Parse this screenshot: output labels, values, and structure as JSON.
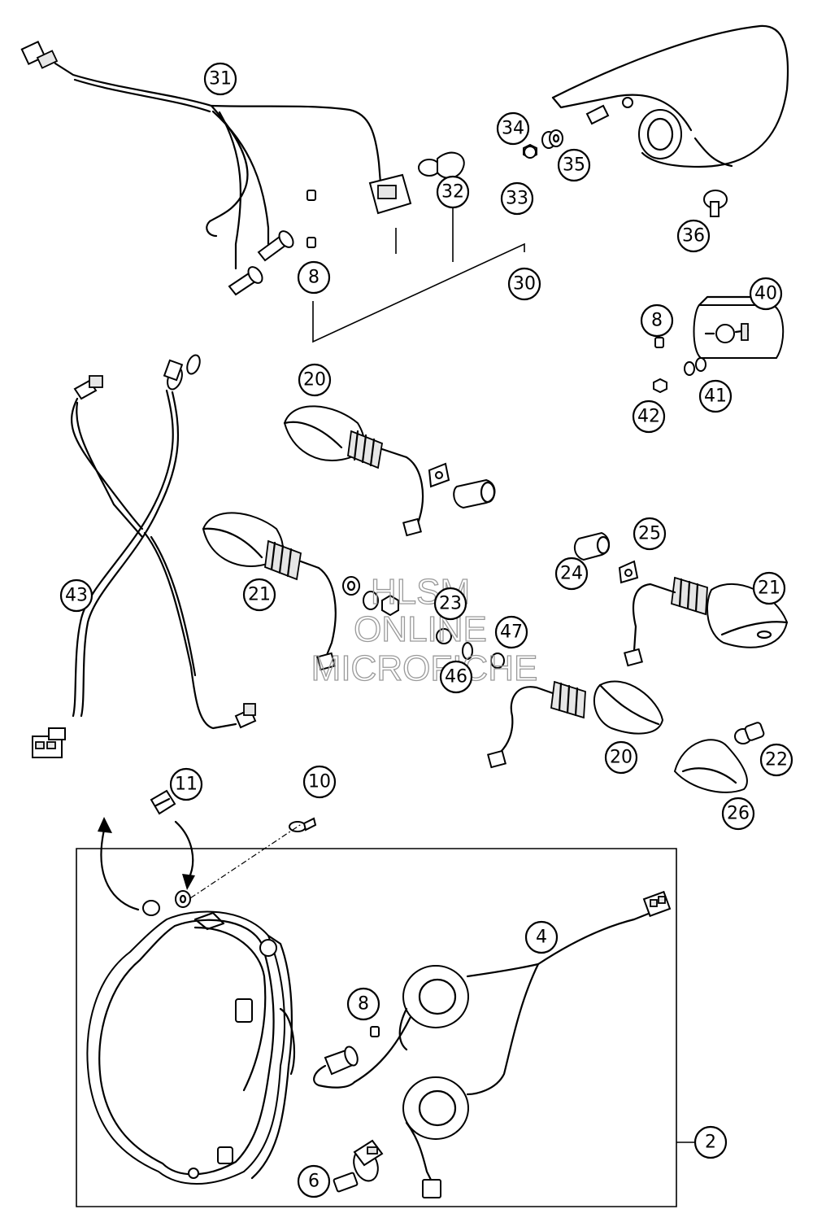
{
  "watermark": {
    "line1": "HLSM",
    "line2": "ONLINE",
    "line3": "MICROFICHE"
  },
  "callouts": [
    {
      "id": "c31",
      "label": "31"
    },
    {
      "id": "c34",
      "label": "34"
    },
    {
      "id": "c35",
      "label": "35"
    },
    {
      "id": "c32",
      "label": "32"
    },
    {
      "id": "c33",
      "label": "33"
    },
    {
      "id": "c36",
      "label": "36"
    },
    {
      "id": "c8a",
      "label": "8"
    },
    {
      "id": "c30",
      "label": "30"
    },
    {
      "id": "c40",
      "label": "40"
    },
    {
      "id": "c8b",
      "label": "8"
    },
    {
      "id": "c41",
      "label": "41"
    },
    {
      "id": "c42",
      "label": "42"
    },
    {
      "id": "c20a",
      "label": "20"
    },
    {
      "id": "c43",
      "label": "43"
    },
    {
      "id": "c21a",
      "label": "21"
    },
    {
      "id": "c23",
      "label": "23"
    },
    {
      "id": "c24",
      "label": "24"
    },
    {
      "id": "c25",
      "label": "25"
    },
    {
      "id": "c21b",
      "label": "21"
    },
    {
      "id": "c47",
      "label": "47"
    },
    {
      "id": "c46",
      "label": "46"
    },
    {
      "id": "c20b",
      "label": "20"
    },
    {
      "id": "c22",
      "label": "22"
    },
    {
      "id": "c26",
      "label": "26"
    },
    {
      "id": "c11",
      "label": "11"
    },
    {
      "id": "c10",
      "label": "10"
    },
    {
      "id": "c4",
      "label": "4"
    },
    {
      "id": "c8c",
      "label": "8"
    },
    {
      "id": "c2",
      "label": "2"
    },
    {
      "id": "c6",
      "label": "6"
    }
  ]
}
